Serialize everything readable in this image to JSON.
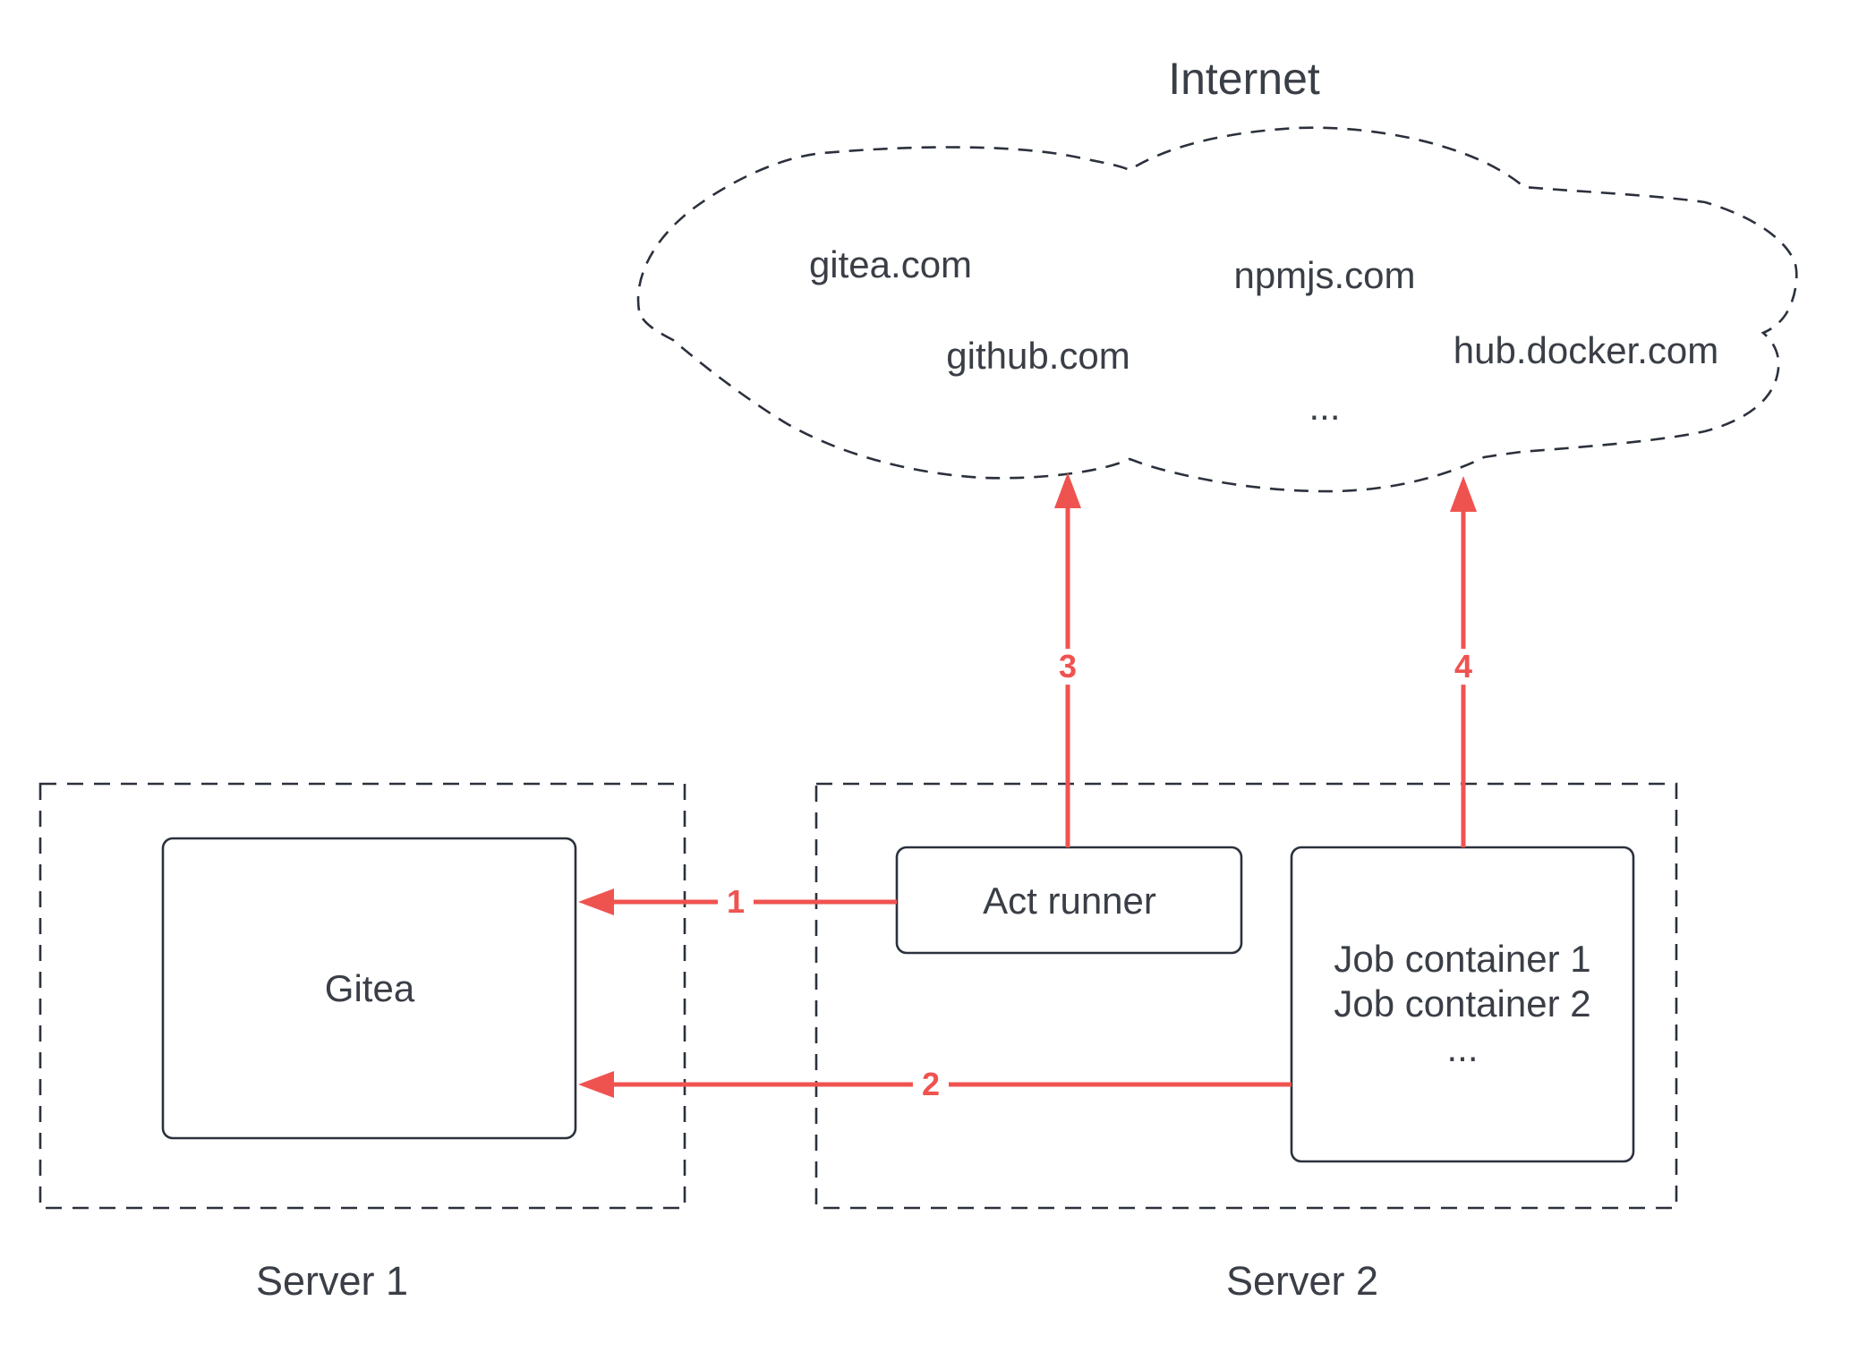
{
  "cloud": {
    "title": "Internet",
    "domains": [
      "gitea.com",
      "github.com",
      "npmjs.com",
      "hub.docker.com"
    ],
    "more": "..."
  },
  "server1": {
    "label": "Server 1",
    "gitea_label": "Gitea"
  },
  "server2": {
    "label": "Server 2",
    "act_runner_label": "Act runner",
    "job_containers": {
      "line1": "Job container 1",
      "line2": "Job container 2",
      "more": "..."
    }
  },
  "arrows": {
    "a1": "1",
    "a2": "2",
    "a3": "3",
    "a4": "4"
  },
  "colors": {
    "arrow_red": "#ef5350",
    "stroke_dark": "#2b313c",
    "text_dark": "#3a3e46"
  }
}
